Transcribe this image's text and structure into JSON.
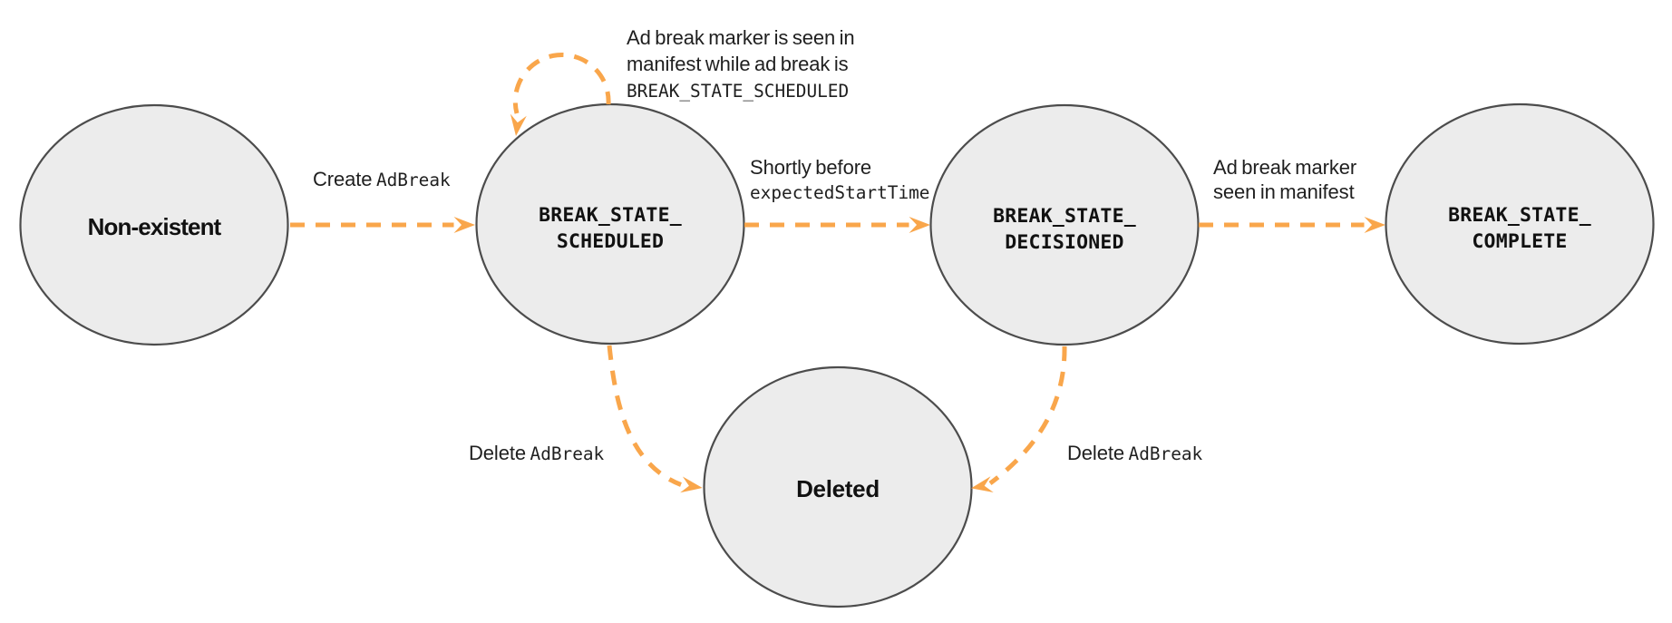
{
  "diagram": {
    "colors": {
      "background": "#ffffff",
      "arrow": "#F9A64B",
      "node_fill": "#ECECEC",
      "node_stroke": "#4C4C4C",
      "text": "#1F1F1F"
    },
    "states": [
      {
        "id": "non-existent",
        "label": "Non-existent"
      },
      {
        "id": "break-state-scheduled",
        "line1": "BREAK_STATE_",
        "line2": "SCHEDULED"
      },
      {
        "id": "break-state-decisioned",
        "line1": "BREAK_STATE_",
        "line2": "DECISIONED"
      },
      {
        "id": "break-state-complete",
        "line1": "BREAK_STATE_",
        "line2": "COMPLETE"
      },
      {
        "id": "deleted",
        "label": "Deleted"
      }
    ],
    "transitions": [
      {
        "id": "create",
        "from": "non-existent",
        "to": "break-state-scheduled",
        "label_text": "Create ",
        "label_code": "AdBreak"
      },
      {
        "id": "self-loop",
        "from": "break-state-scheduled",
        "to": "break-state-scheduled",
        "line1": "Ad break marker is seen in",
        "line2": "manifest while ad break is",
        "line3_code": "BREAK_STATE_SCHEDULED"
      },
      {
        "id": "decision",
        "from": "break-state-scheduled",
        "to": "break-state-decisioned",
        "line1": "Shortly before",
        "line2_code": "expectedStartTime"
      },
      {
        "id": "complete",
        "from": "break-state-decisioned",
        "to": "break-state-complete",
        "line1": "Ad break marker",
        "line2": "seen in manifest"
      },
      {
        "id": "delete-from-scheduled",
        "from": "break-state-scheduled",
        "to": "deleted",
        "label_text": "Delete ",
        "label_code": "AdBreak"
      },
      {
        "id": "delete-from-decisioned",
        "from": "break-state-decisioned",
        "to": "deleted",
        "label_text": "Delete ",
        "label_code": "AdBreak"
      }
    ]
  }
}
